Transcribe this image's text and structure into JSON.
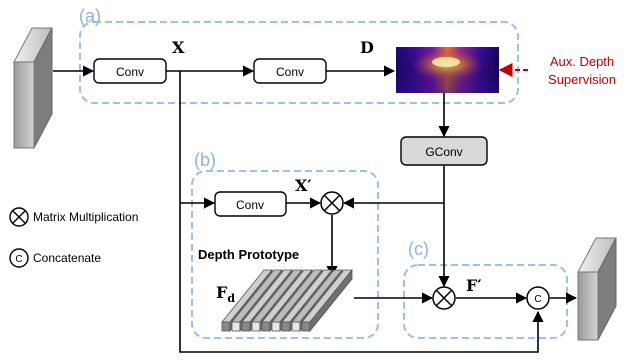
{
  "regions": {
    "a": "(a)",
    "b": "(b)",
    "c": "(c)"
  },
  "modules": {
    "conv_1": "Conv",
    "conv_2": "Conv",
    "conv_3": "Conv",
    "gconv": "GConv"
  },
  "symbols": {
    "x": "X",
    "d": "D",
    "x_prime": "X′",
    "f_d_main": "F",
    "f_d_sub": "d",
    "f_prime": "F′",
    "concat": "C"
  },
  "labels": {
    "aux_line1": "Aux. Depth",
    "aux_line2": "Supervision",
    "depth_prototype": "Depth Prototype"
  },
  "legend": {
    "matrix_mult": "Matrix Multiplication",
    "concatenate": "Concatenate"
  },
  "colors": {
    "dashed_region": "#9cc0e6",
    "region_label": "#8fb3db",
    "aux_label": "#c00000",
    "aux_arrow": "#c00000",
    "gconv_fill": "#d9d9d9"
  }
}
